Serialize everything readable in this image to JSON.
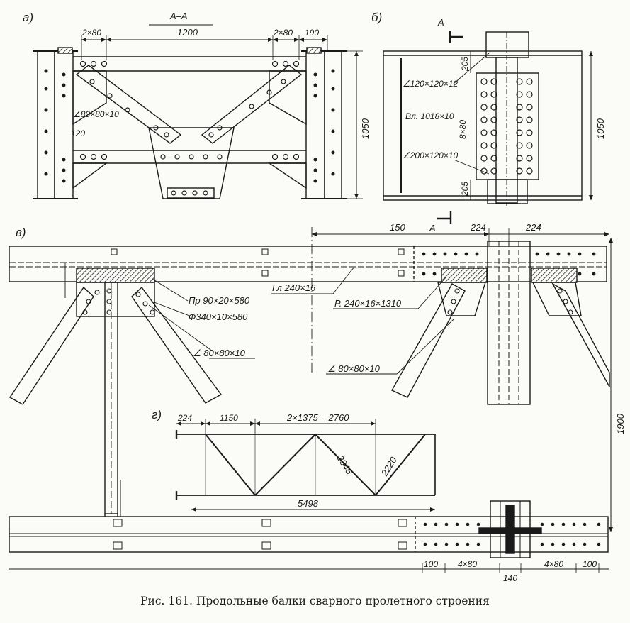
{
  "caption": "Рис. 161. Продольные балки сварного пролетного строения",
  "panel_a": {
    "letter": "а)",
    "section": "А–А",
    "dims": {
      "left_pitch": "2×80",
      "span": "1200",
      "right_pitch": "2×80",
      "edge": "190",
      "height": "1050",
      "pitch_120": "120"
    },
    "angle": "∠80×80×10"
  },
  "panel_b": {
    "letter": "б)",
    "cut_mark": "А",
    "angle_top": "∠120×120×12",
    "plate": "Вл. 1018×10",
    "rows": "8×80",
    "angle_bottom": "∠200×120×10",
    "dim_top": "205",
    "dim_bottom": "205",
    "height": "1050"
  },
  "panel_v": {
    "letter": "в)",
    "cut_mark": "А",
    "dim_150": "150",
    "dim_224_left": "224",
    "dim_224_right": "224",
    "labels": {
      "pr": "Пр 90×20×580",
      "f": "Ф340×10×580",
      "angle_left": "∠ 80×80×10",
      "gl": "Гл 240×16",
      "r": "Р. 240×16×1310",
      "angle_right": "∠ 80×80×10"
    },
    "height": "1900"
  },
  "panel_g": {
    "letter": "г)",
    "dims": {
      "d224": "224",
      "d1150": "1150",
      "d_panels": "2×1375 = 2760",
      "d2346": "2346",
      "d2220": "2220",
      "d5498": "5498"
    }
  },
  "bottom_dims": {
    "d100_left": "100",
    "d4x80_left": "4×80",
    "d140": "140",
    "d4x80_right": "4×80",
    "d100_right": "100"
  }
}
